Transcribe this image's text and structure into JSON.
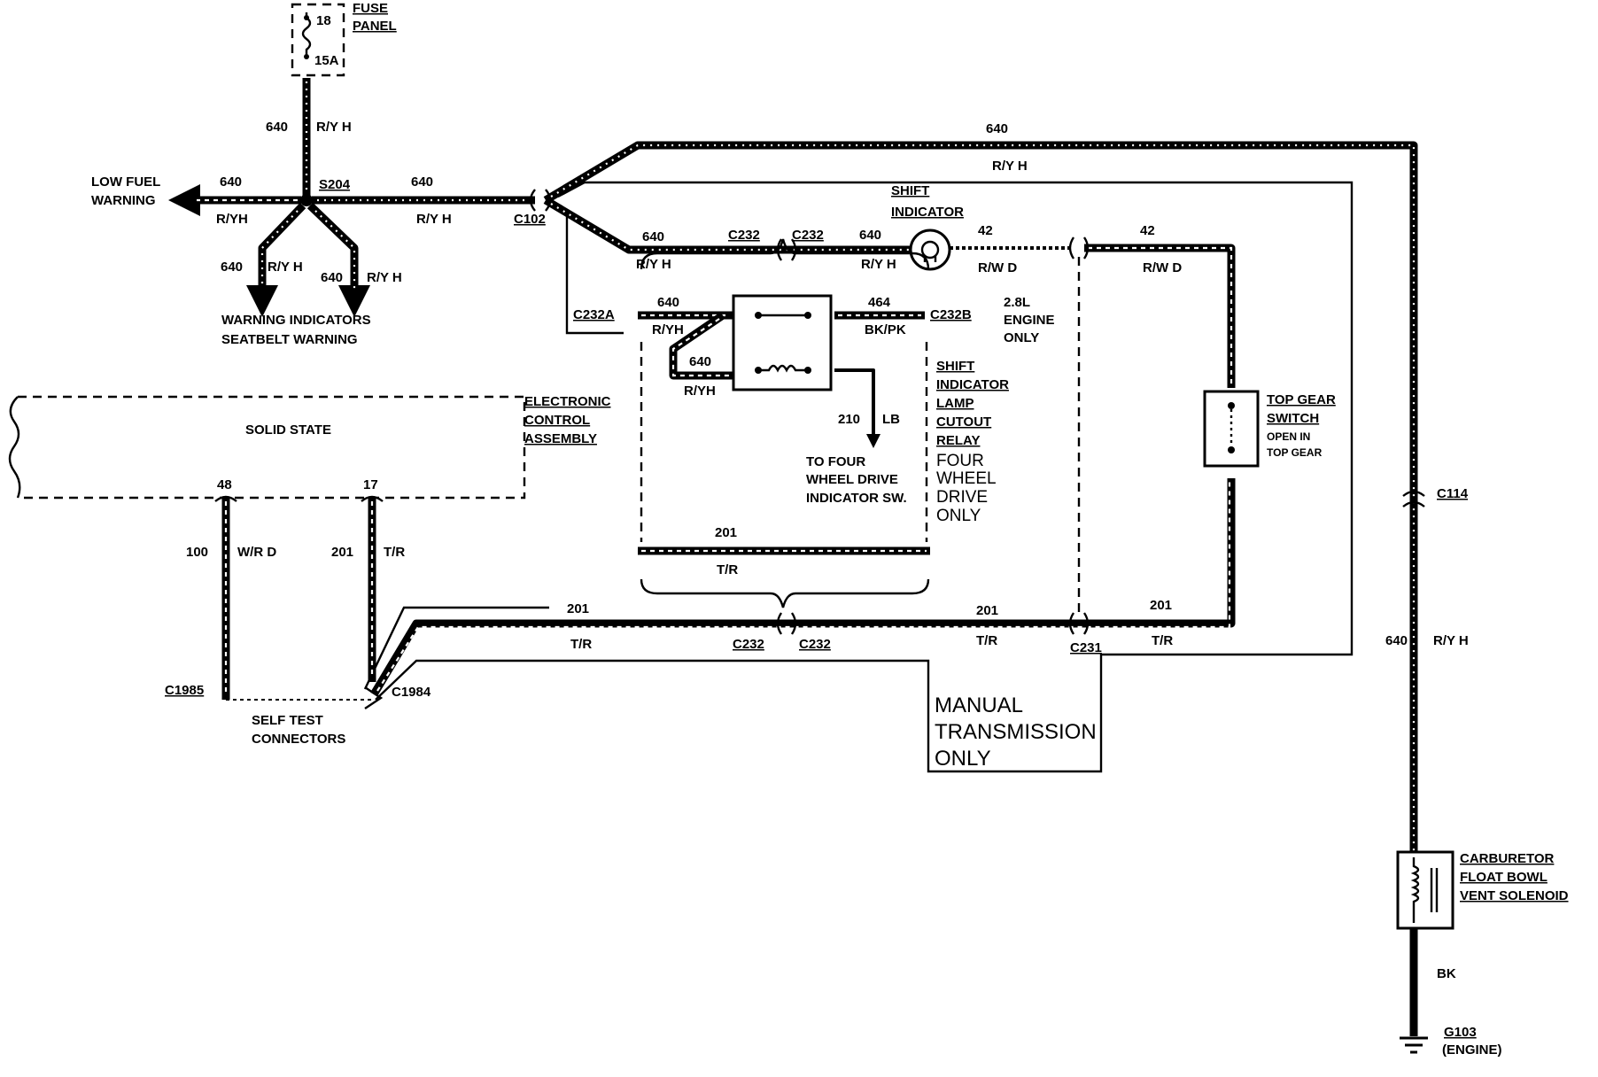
{
  "fuse_panel": {
    "label1": "FUSE",
    "label2": "PANEL",
    "fuse_no": "18",
    "rating": "15A"
  },
  "splice": {
    "id": "S204"
  },
  "wires": {
    "w640": "640",
    "ryh": "R/Y H",
    "ryh2": "R/YH",
    "w42": "42",
    "rwd": "R/W D",
    "w464": "464",
    "bkpk": "BK/PK",
    "w210": "210",
    "lb": "LB",
    "w201": "201",
    "tr": "T/R",
    "w100": "100",
    "wrd": "W/R D",
    "bk": "BK"
  },
  "connectors": {
    "c102": "C102",
    "c232": "C232",
    "c232a": "C232A",
    "c232b": "C232B",
    "c231": "C231",
    "c114": "C114",
    "c1985": "C1985",
    "c1984": "C1984",
    "g103": "G103",
    "engine": "(ENGINE)"
  },
  "labels": {
    "low_fuel_1": "LOW FUEL",
    "low_fuel_2": "WARNING",
    "warning_indicators": "WARNING INDICATORS",
    "seatbelt_warning": "SEATBELT WARNING",
    "shift_indicator_1": "SHIFT",
    "shift_indicator_2": "INDICATOR",
    "engine_28_1": "2.8L",
    "engine_28_2": "ENGINE",
    "engine_28_3": "ONLY",
    "relay_1": "SHIFT",
    "relay_2": "INDICATOR",
    "relay_3": "LAMP",
    "relay_4": "CUTOUT",
    "relay_5": "RELAY",
    "fwd_1": "FOUR",
    "fwd_2": "WHEEL",
    "fwd_3": "DRIVE",
    "fwd_4": "ONLY",
    "to_4wd_1": "TO FOUR",
    "to_4wd_2": "WHEEL DRIVE",
    "to_4wd_3": "INDICATOR SW.",
    "eca_1": "ELECTRONIC",
    "eca_2": "CONTROL",
    "eca_3": "ASSEMBLY",
    "solid_state": "SOLID STATE",
    "pin48": "48",
    "pin17": "17",
    "self_test_1": "SELF TEST",
    "self_test_2": "CONNECTORS",
    "top_gear_1": "TOP GEAR",
    "top_gear_2": "SWITCH",
    "top_gear_3": "OPEN IN",
    "top_gear_4": "TOP GEAR",
    "manual_1": "MANUAL",
    "manual_2": "TRANSMISSION",
    "manual_3": "ONLY",
    "carb_1": "CARBURETOR",
    "carb_2": "FLOAT BOWL",
    "carb_3": "VENT SOLENOID"
  }
}
